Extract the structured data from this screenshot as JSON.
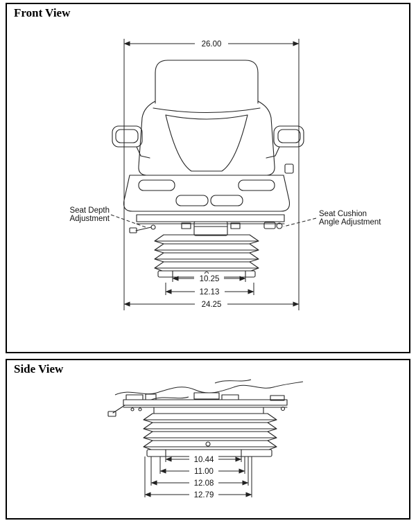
{
  "front_view": {
    "title": "Front View",
    "dimensions": {
      "overall_width": "26.00",
      "inner_width": "10.25",
      "mid_width": "12.13",
      "base_width": "24.25"
    },
    "callouts": {
      "seat_depth_line1": "Seat Depth",
      "seat_depth_line2": "Adjustment",
      "cushion_angle_line1": "Seat Cushion",
      "cushion_angle_line2": "Angle Adjustment"
    }
  },
  "side_view": {
    "title": "Side View",
    "dimensions": {
      "d1": "10.44",
      "d2": "11.00",
      "d3": "12.08",
      "d4": "12.79"
    }
  },
  "colors": {
    "line": "#222222",
    "background": "#ffffff"
  }
}
